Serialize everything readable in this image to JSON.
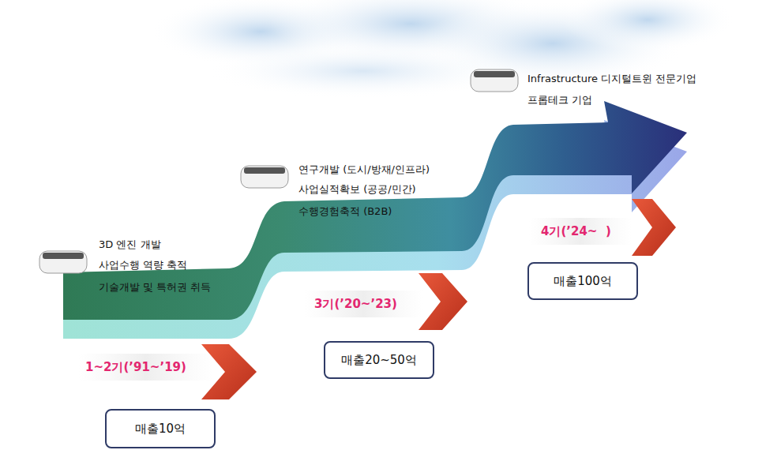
{
  "diagram": {
    "nodes": [
      {
        "text": [
          "매출10억"
        ]
      },
      {
        "text": [
          "매출20~50억"
        ]
      },
      {
        "text": [
          "매출100억"
        ]
      }
    ],
    "labels": [
      "3D 엔진 개발",
      "사업수행 역량 축적",
      "기술개발 및 특허권 취득",
      "1~2기(’91~’19)",
      "연구개발 (도시/방재/인프라)",
      "사업실적확보 (공공/민간)",
      "수행경험축적 (B2B)",
      "3기(’20~’23)",
      "Infrastructure 디지털트윈 전문기업",
      "프롭테크 기업",
      "4기(’24~  )"
    ]
  }
}
